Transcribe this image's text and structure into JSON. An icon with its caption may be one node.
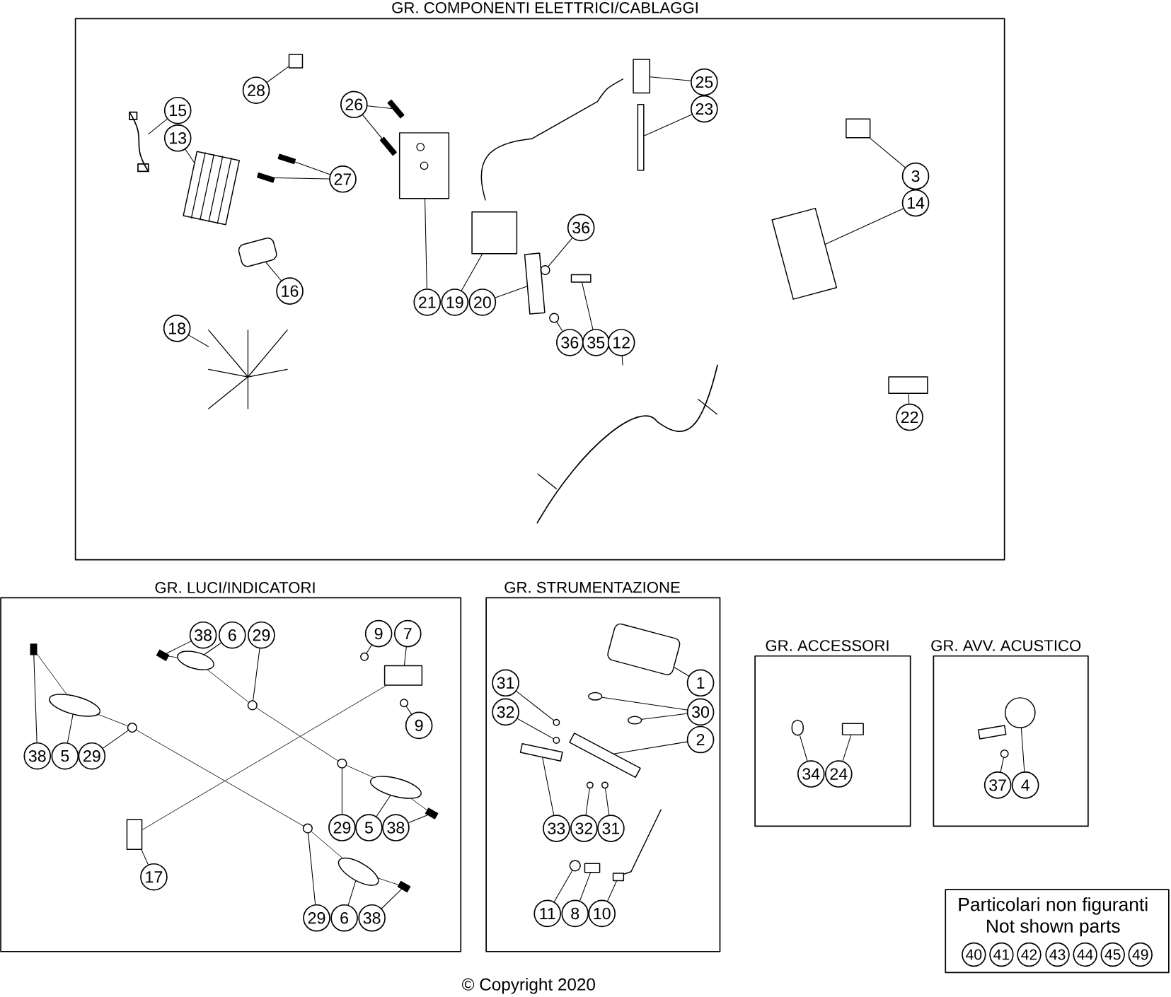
{
  "diagram": {
    "nodes": [
      {
        "text": [
          "GR. COMPONENTI ELETTRICI/CABLAGGI"
        ]
      },
      {
        "text": [
          "15"
        ],
        "in": 0
      },
      {
        "text": [
          "13"
        ],
        "in": 0
      },
      {
        "text": [
          "28"
        ],
        "in": 0
      },
      {
        "text": [
          "27"
        ],
        "in": 0
      },
      {
        "text": [
          "16"
        ],
        "in": 0
      },
      {
        "text": [
          "18"
        ],
        "in": 0
      },
      {
        "text": [
          "26"
        ],
        "in": 0
      },
      {
        "text": [
          "21"
        ],
        "in": 0
      },
      {
        "text": [
          "19"
        ],
        "in": 0
      },
      {
        "text": [
          "20"
        ],
        "in": 0
      },
      {
        "text": [
          "36"
        ],
        "in": 0
      },
      {
        "text": [
          "36"
        ],
        "in": 0
      },
      {
        "text": [
          "35"
        ],
        "in": 0
      },
      {
        "text": [
          "12"
        ],
        "in": 0
      },
      {
        "text": [
          "25"
        ],
        "in": 0
      },
      {
        "text": [
          "23"
        ],
        "in": 0
      },
      {
        "text": [
          "3"
        ],
        "in": 0
      },
      {
        "text": [
          "14"
        ],
        "in": 0
      },
      {
        "text": [
          "22"
        ],
        "in": 0
      },
      {
        "text": [
          "GR. LUCI/INDICATORI"
        ]
      },
      {
        "text": [
          "38"
        ],
        "in": 20
      },
      {
        "text": [
          "6"
        ],
        "in": 20
      },
      {
        "text": [
          "29"
        ],
        "in": 20
      },
      {
        "text": [
          "9"
        ],
        "in": 20
      },
      {
        "text": [
          "7"
        ],
        "in": 20
      },
      {
        "text": [
          "9"
        ],
        "in": 20
      },
      {
        "text": [
          "38"
        ],
        "in": 20
      },
      {
        "text": [
          "5"
        ],
        "in": 20
      },
      {
        "text": [
          "29"
        ],
        "in": 20
      },
      {
        "text": [
          "29"
        ],
        "in": 20
      },
      {
        "text": [
          "5"
        ],
        "in": 20
      },
      {
        "text": [
          "38"
        ],
        "in": 20
      },
      {
        "text": [
          "17"
        ],
        "in": 20
      },
      {
        "text": [
          "29"
        ],
        "in": 20
      },
      {
        "text": [
          "6"
        ],
        "in": 20
      },
      {
        "text": [
          "38"
        ],
        "in": 20
      },
      {
        "text": [
          "GR. STRUMENTAZIONE"
        ]
      },
      {
        "text": [
          "31"
        ],
        "in": 37
      },
      {
        "text": [
          "32"
        ],
        "in": 37
      },
      {
        "text": [
          "1"
        ],
        "in": 37
      },
      {
        "text": [
          "30"
        ],
        "in": 37
      },
      {
        "text": [
          "2"
        ],
        "in": 37
      },
      {
        "text": [
          "33"
        ],
        "in": 37
      },
      {
        "text": [
          "32"
        ],
        "in": 37
      },
      {
        "text": [
          "31"
        ],
        "in": 37
      },
      {
        "text": [
          "11"
        ],
        "in": 37
      },
      {
        "text": [
          "8"
        ],
        "in": 37
      },
      {
        "text": [
          "10"
        ],
        "in": 37
      },
      {
        "text": [
          "GR. ACCESSORI"
        ]
      },
      {
        "text": [
          "34"
        ],
        "in": 49
      },
      {
        "text": [
          "24"
        ],
        "in": 49
      },
      {
        "text": [
          "GR. AVV. ACUSTICO"
        ]
      },
      {
        "text": [
          "37"
        ],
        "in": 52
      },
      {
        "text": [
          "4"
        ],
        "in": 52
      },
      {
        "text": [
          "Particolari non figuranti",
          "Not shown parts"
        ]
      },
      {
        "text": [
          "40"
        ],
        "in": 55
      },
      {
        "text": [
          "41"
        ],
        "in": 55
      },
      {
        "text": [
          "42"
        ],
        "in": 55
      },
      {
        "text": [
          "43"
        ],
        "in": 55
      },
      {
        "text": [
          "44"
        ],
        "in": 55
      },
      {
        "text": [
          "45"
        ],
        "in": 55
      },
      {
        "text": [
          "49"
        ],
        "in": 55
      },
      {
        "text": [],
        "shape": "picture",
        "in": 0
      },
      {
        "text": [],
        "shape": "picture",
        "in": 0
      },
      {
        "text": [],
        "shape": "box",
        "in": 0
      },
      {
        "text": [],
        "shape": "bar",
        "in": 0
      },
      {
        "text": [],
        "shape": "bar",
        "in": 0
      },
      {
        "text": [],
        "shape": "box",
        "in": 0
      },
      {
        "text": [],
        "shape": "picture",
        "in": 0
      },
      {
        "text": [],
        "shape": "bar",
        "in": 0
      },
      {
        "text": [],
        "shape": "bar",
        "in": 0
      },
      {
        "text": [],
        "shape": "picture",
        "in": 0
      },
      {
        "text": [],
        "shape": "box",
        "in": 0
      },
      {
        "text": [],
        "shape": "box",
        "in": 0
      },
      {
        "text": [],
        "shape": "circle",
        "in": 0
      },
      {
        "text": [],
        "shape": "circle",
        "in": 0
      },
      {
        "text": [],
        "shape": "box",
        "in": 0
      },
      {
        "text": [],
        "shape": "picture",
        "in": 0
      },
      {
        "text": [],
        "shape": "box",
        "in": 0
      },
      {
        "text": [],
        "shape": "box",
        "in": 0
      },
      {
        "text": [],
        "shape": "box",
        "in": 0
      },
      {
        "text": [],
        "shape": "box",
        "in": 0
      },
      {
        "text": [],
        "shape": "box",
        "in": 0
      },
      {
        "text": [],
        "shape": "bar",
        "in": 20
      },
      {
        "text": [],
        "shape": "ellipse",
        "in": 20
      },
      {
        "text": [],
        "shape": "circle",
        "in": 20
      },
      {
        "text": [],
        "shape": "circle",
        "in": 20
      },
      {
        "text": [],
        "shape": "box",
        "in": 20
      },
      {
        "text": [],
        "shape": "circle",
        "in": 20
      },
      {
        "text": [],
        "shape": "bar",
        "in": 20
      },
      {
        "text": [],
        "shape": "ellipse",
        "in": 20
      },
      {
        "text": [],
        "shape": "circle",
        "in": 20
      },
      {
        "text": [],
        "shape": "circle",
        "in": 20
      },
      {
        "text": [],
        "shape": "ellipse",
        "in": 20
      },
      {
        "text": [],
        "shape": "bar",
        "in": 20
      },
      {
        "text": [],
        "shape": "box",
        "in": 20
      },
      {
        "text": [],
        "shape": "circle",
        "in": 20
      },
      {
        "text": [],
        "shape": "ellipse",
        "in": 20
      },
      {
        "text": [],
        "shape": "bar",
        "in": 20
      },
      {
        "text": [],
        "shape": "circle",
        "in": 37
      },
      {
        "text": [],
        "shape": "circle",
        "in": 37
      },
      {
        "text": [],
        "shape": "box",
        "in": 37
      },
      {
        "text": [],
        "shape": "ellipse",
        "in": 37
      },
      {
        "text": [],
        "shape": "ellipse",
        "in": 37
      },
      {
        "text": [],
        "shape": "box",
        "in": 37
      },
      {
        "text": [],
        "shape": "box",
        "in": 37
      },
      {
        "text": [],
        "shape": "circle",
        "in": 37
      },
      {
        "text": [],
        "shape": "circle",
        "in": 37
      },
      {
        "text": [],
        "shape": "circle",
        "in": 37
      },
      {
        "text": [],
        "shape": "box",
        "in": 37
      },
      {
        "text": [],
        "shape": "box",
        "in": 37
      },
      {
        "text": [],
        "shape": "box",
        "in": 49
      },
      {
        "text": [],
        "shape": "box",
        "in": 49
      },
      {
        "text": [],
        "shape": "circle",
        "in": 52
      },
      {
        "text": [],
        "shape": "circle",
        "in": 52
      }
    ],
    "edges": [
      {
        "from": 1,
        "to": 63,
        "arrow": "none"
      },
      {
        "from": 2,
        "to": 64,
        "arrow": "none"
      },
      {
        "from": 3,
        "to": 65,
        "arrow": "none"
      },
      {
        "from": 4,
        "to": 66,
        "arrow": "none"
      },
      {
        "from": 4,
        "to": 67,
        "arrow": "none"
      },
      {
        "from": 5,
        "to": 68,
        "arrow": "none"
      },
      {
        "from": 6,
        "to": 69,
        "arrow": "none"
      },
      {
        "from": 7,
        "to": 70,
        "arrow": "none"
      },
      {
        "from": 7,
        "to": 71,
        "arrow": "none"
      },
      {
        "from": 8,
        "to": 72,
        "arrow": "none"
      },
      {
        "from": 9,
        "to": 73,
        "arrow": "none"
      },
      {
        "from": 10,
        "to": 74,
        "arrow": "none"
      },
      {
        "from": 11,
        "to": 75,
        "arrow": "none"
      },
      {
        "from": 12,
        "to": 76,
        "arrow": "none"
      },
      {
        "from": 13,
        "to": 77,
        "arrow": "none"
      },
      {
        "from": 14,
        "to": 78,
        "arrow": "none"
      },
      {
        "from": 15,
        "to": 79,
        "arrow": "none"
      },
      {
        "from": 16,
        "to": 80,
        "arrow": "none"
      },
      {
        "from": 17,
        "to": 81,
        "arrow": "none"
      },
      {
        "from": 18,
        "to": 82,
        "arrow": "none"
      },
      {
        "from": 19,
        "to": 83,
        "arrow": "none"
      },
      {
        "from": 21,
        "to": 84,
        "arrow": "none"
      },
      {
        "from": 22,
        "to": 85,
        "arrow": "none"
      },
      {
        "from": 23,
        "to": 86,
        "arrow": "none"
      },
      {
        "from": 24,
        "to": 87,
        "arrow": "none"
      },
      {
        "from": 25,
        "to": 88,
        "arrow": "none"
      },
      {
        "from": 26,
        "to": 89,
        "arrow": "none"
      },
      {
        "from": 27,
        "to": 90,
        "arrow": "none"
      },
      {
        "from": 28,
        "to": 91,
        "arrow": "none"
      },
      {
        "from": 29,
        "to": 92,
        "arrow": "none"
      },
      {
        "from": 30,
        "to": 93,
        "arrow": "none"
      },
      {
        "from": 31,
        "to": 94,
        "arrow": "none"
      },
      {
        "from": 32,
        "to": 95,
        "arrow": "none"
      },
      {
        "from": 33,
        "to": 96,
        "arrow": "none"
      },
      {
        "from": 34,
        "to": 97,
        "arrow": "none"
      },
      {
        "from": 35,
        "to": 98,
        "arrow": "none"
      },
      {
        "from": 36,
        "to": 99,
        "arrow": "none"
      },
      {
        "from": 38,
        "to": 100,
        "arrow": "none"
      },
      {
        "from": 39,
        "to": 101,
        "arrow": "none"
      },
      {
        "from": 40,
        "to": 102,
        "arrow": "none"
      },
      {
        "from": 41,
        "to": 103,
        "arrow": "none"
      },
      {
        "from": 41,
        "to": 104,
        "arrow": "none"
      },
      {
        "from": 42,
        "to": 105,
        "arrow": "none"
      },
      {
        "from": 43,
        "to": 106,
        "arrow": "none"
      },
      {
        "from": 44,
        "to": 107,
        "arrow": "none"
      },
      {
        "from": 45,
        "to": 108,
        "arrow": "none"
      },
      {
        "from": 46,
        "to": 109,
        "arrow": "none"
      },
      {
        "from": 47,
        "to": 110,
        "arrow": "none"
      },
      {
        "from": 48,
        "to": 111,
        "arrow": "none"
      },
      {
        "from": 50,
        "to": 112,
        "arrow": "none"
      },
      {
        "from": 51,
        "to": 113,
        "arrow": "none"
      },
      {
        "from": 53,
        "to": 114,
        "arrow": "none"
      },
      {
        "from": 54,
        "to": 115,
        "arrow": "none"
      },
      {
        "from": 90,
        "to": 91,
        "arrow": "none"
      },
      {
        "from": 91,
        "to": 92,
        "arrow": "none"
      },
      {
        "from": 92,
        "to": 97,
        "arrow": "none"
      },
      {
        "from": 97,
        "to": 98,
        "arrow": "none"
      },
      {
        "from": 98,
        "to": 99,
        "arrow": "none"
      },
      {
        "from": 84,
        "to": 85,
        "arrow": "none"
      },
      {
        "from": 85,
        "to": 86,
        "arrow": "none"
      },
      {
        "from": 86,
        "to": 93,
        "arrow": "none"
      },
      {
        "from": 93,
        "to": 94,
        "arrow": "none"
      },
      {
        "from": 94,
        "to": 95,
        "arrow": "none"
      },
      {
        "from": 96,
        "to": 88,
        "arrow": "none"
      }
    ],
    "labels": [
      "© Copyright 2020"
    ]
  }
}
